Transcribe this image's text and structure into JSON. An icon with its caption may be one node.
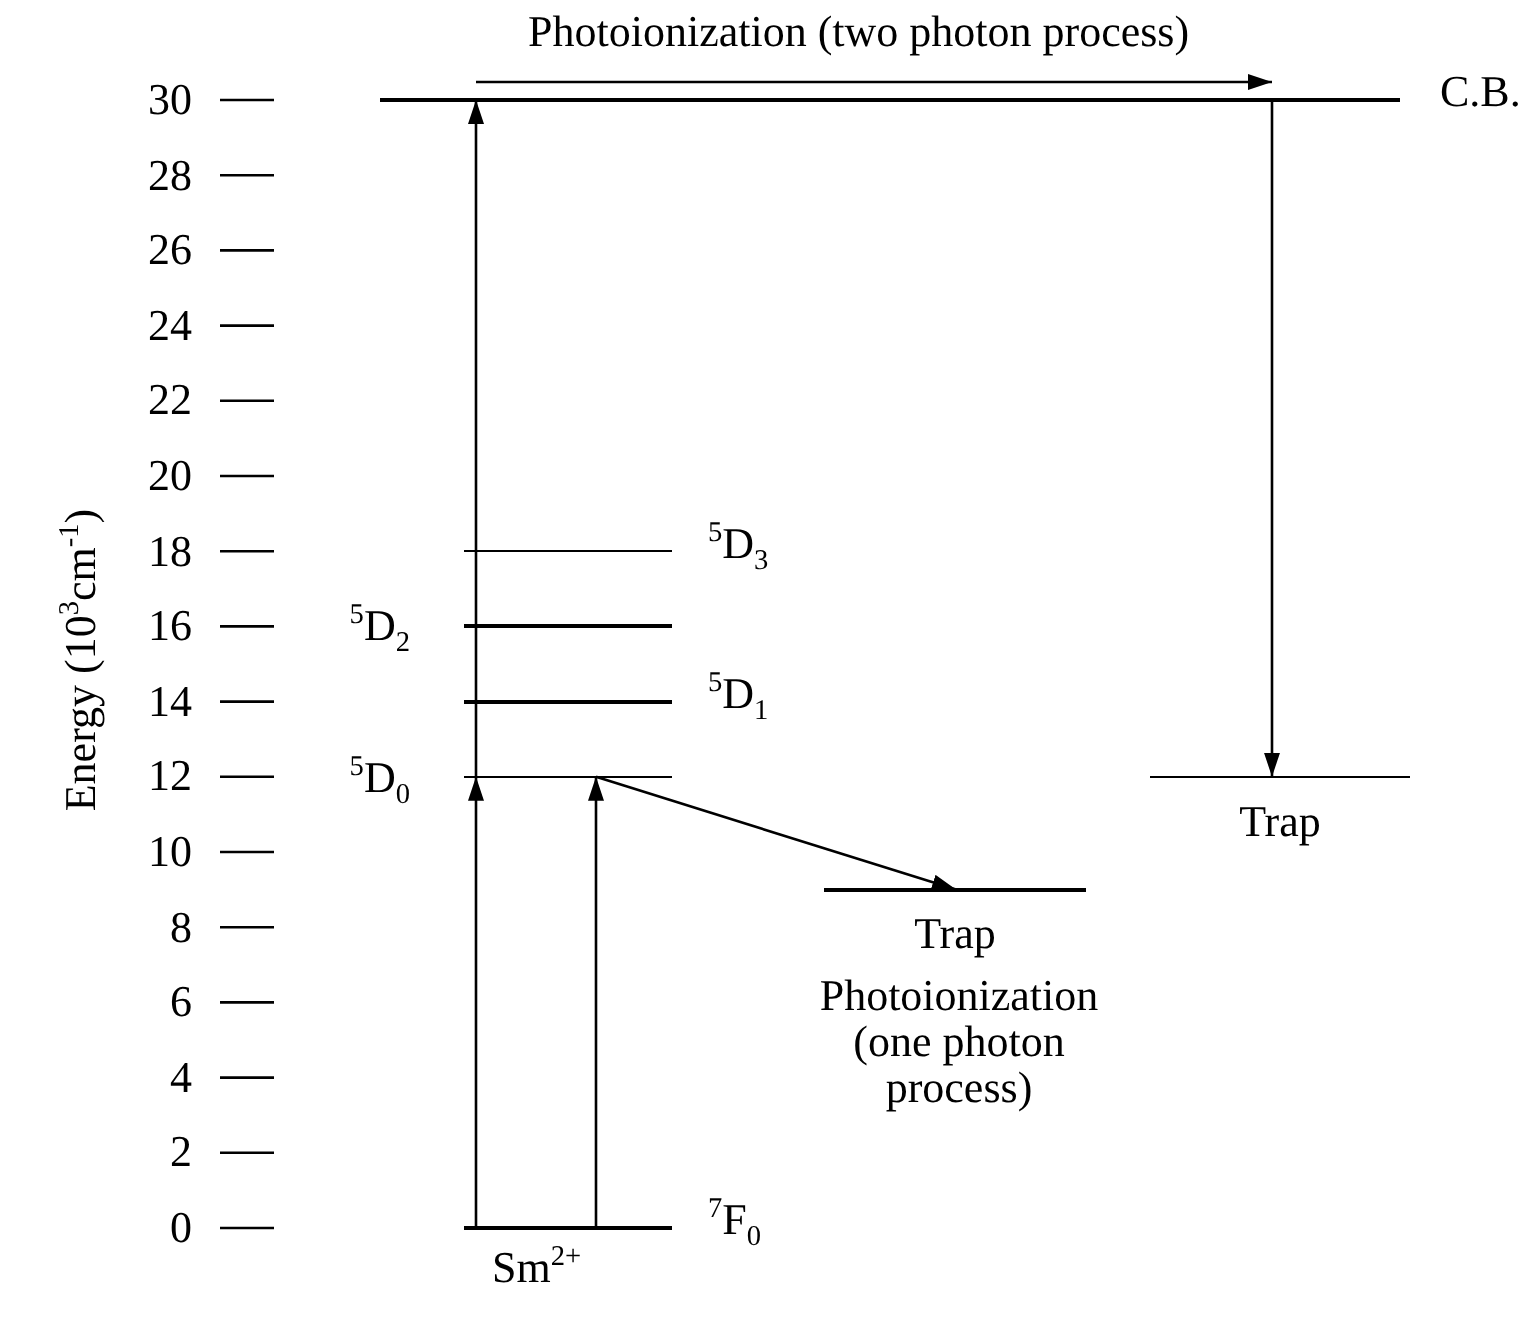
{
  "diagram": {
    "nodes": [
      {
        "text": [
          "C.B."
        ]
      },
      {
        "text": [
          "$^{5}$D$_{3}$"
        ]
      },
      {
        "text": [
          "$^{5}$D$_{2}$"
        ]
      },
      {
        "text": [
          "$^{5}$D$_{1}$"
        ]
      },
      {
        "text": [
          "$^{5}$D$_{0}$"
        ]
      },
      {
        "text": [
          "Trap"
        ]
      },
      {
        "text": [
          "Trap"
        ]
      },
      {
        "text": [
          "$^{7}$F$_{0}$"
        ]
      }
    ],
    "edges": [
      {
        "from": 7,
        "to": 4,
        "arrow": "to"
      },
      {
        "from": 7,
        "to": 4,
        "arrow": "to"
      },
      {
        "from": 4,
        "to": 0,
        "arrow": "to"
      },
      {
        "from": 0,
        "to": 5,
        "arrow": "to"
      },
      {
        "from": 4,
        "to": 6,
        "arrow": "to"
      }
    ],
    "labels": [
      "Photoionization (two photon process)",
      "30",
      "28",
      "26",
      "24",
      "22",
      "20",
      "18",
      "16",
      "14",
      "12",
      "10",
      "8",
      "6",
      "4",
      "2",
      "0",
      "Energy (10$^{3}$cm$^{-1}$)",
      "Photoionization (one photon process)",
      "Sm$^{2+}$"
    ]
  }
}
